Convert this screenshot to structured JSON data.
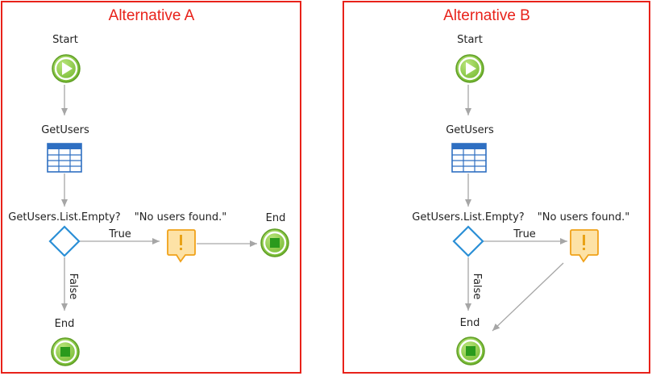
{
  "alternative_a": {
    "title": "Alternative A",
    "start_label": "Start",
    "aggregate_label": "GetUsers",
    "condition_label": "GetUsers.List.Empty?",
    "message_label": "\"No users found.\"",
    "end_right_label": "End",
    "end_bottom_label": "End",
    "true_label": "True",
    "false_label": "False"
  },
  "alternative_b": {
    "title": "Alternative B",
    "start_label": "Start",
    "aggregate_label": "GetUsers",
    "condition_label": "GetUsers.List.Empty?",
    "message_label": "\"No users found.\"",
    "end_bottom_label": "End",
    "true_label": "True",
    "false_label": "False"
  },
  "colors": {
    "frame": "#e8221a",
    "start_green": "#7ec23a",
    "end_square": "#2a9a1c",
    "table_blue": "#2e6fc2",
    "decision_blue": "#2b8fd6",
    "message_orange": "#f0a21a",
    "connector_gray": "#a6a6a6"
  }
}
